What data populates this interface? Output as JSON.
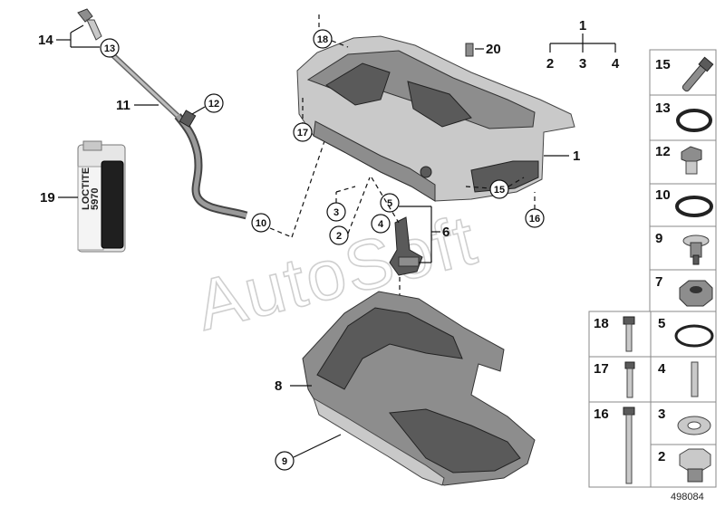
{
  "diagram": {
    "figure_number": "498084",
    "watermark": "AutoSoft",
    "adhesive_tube": {
      "brand": "LOCTITE",
      "product": "5970"
    },
    "callouts": [
      {
        "id": "c14",
        "text": "14"
      },
      {
        "id": "c13",
        "text": "13"
      },
      {
        "id": "c11",
        "text": "11"
      },
      {
        "id": "c12",
        "text": "12"
      },
      {
        "id": "c19",
        "text": "19"
      },
      {
        "id": "c10",
        "text": "10"
      },
      {
        "id": "c18",
        "text": "18"
      },
      {
        "id": "c20",
        "text": "20"
      },
      {
        "id": "c17",
        "text": "17"
      },
      {
        "id": "c1",
        "text": "1"
      },
      {
        "id": "c3",
        "text": "3"
      },
      {
        "id": "c2",
        "text": "2"
      },
      {
        "id": "c5",
        "text": "5"
      },
      {
        "id": "c4",
        "text": "4"
      },
      {
        "id": "c6",
        "text": "6"
      },
      {
        "id": "c15",
        "text": "15"
      },
      {
        "id": "c16",
        "text": "16"
      },
      {
        "id": "c7",
        "text": "7"
      },
      {
        "id": "c8",
        "text": "8"
      },
      {
        "id": "c9",
        "text": "9"
      }
    ],
    "group_header": {
      "top": "1",
      "children": [
        "2",
        "3",
        "4"
      ]
    },
    "parts_table": {
      "single_column": [
        "15",
        "13",
        "12",
        "10",
        "9",
        "7"
      ],
      "pairs": [
        [
          "18",
          "5"
        ],
        [
          "17",
          "4"
        ],
        [
          "16",
          "3"
        ],
        [
          "",
          "2"
        ]
      ]
    }
  }
}
